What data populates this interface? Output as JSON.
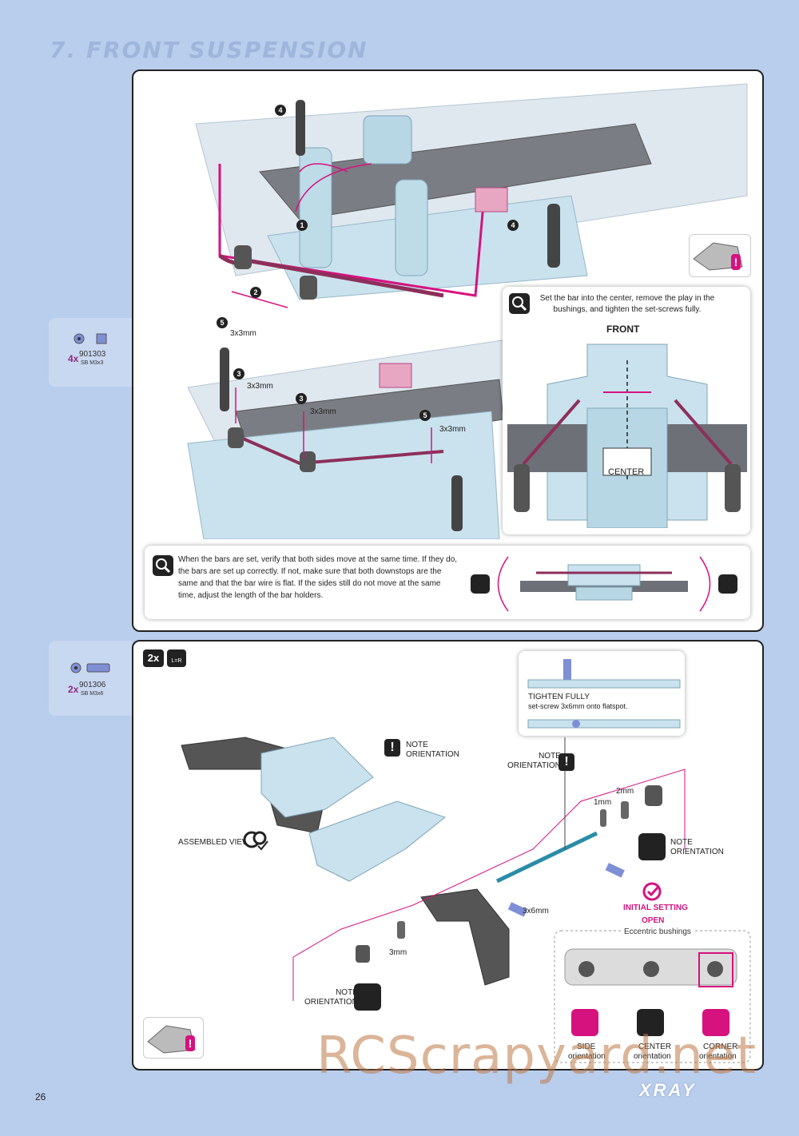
{
  "header": {
    "title": "7. FRONT SUSPENSION"
  },
  "tabs": [
    {
      "qty": "4x",
      "code": "901303",
      "desc": "SB M3x3"
    },
    {
      "qty": "2x",
      "code": "901306",
      "desc": "SB M3x6"
    }
  ],
  "top_panel": {
    "steps": [
      "4",
      "1",
      "2",
      "4",
      "5",
      "3",
      "3",
      "5"
    ],
    "screw_labels": [
      "3x3mm",
      "3x3mm",
      "3x3mm",
      "3x3mm"
    ],
    "center_box": {
      "text": "Set the bar into the center, remove the play in the bushings, and tighten the set-screws fully.",
      "front_label": "FRONT",
      "center_label": "CENTER"
    },
    "verify_box": {
      "text": "When the bars are set, verify that both sides move at the same time. If they do, the bars are set up correctly. If not, make sure that both downstops are the same and that the bar wire is flat. If the sides still do not move at the same time, adjust the length of the bar holders."
    }
  },
  "bottom_panel": {
    "qty_badge": "2x",
    "lr_badge": "L=R",
    "tighten": {
      "title": "TIGHTEN FULLY",
      "sub": "set-screw 3x6mm onto flatspot."
    },
    "note_orientation": "NOTE\nORIENTATION",
    "assembled_view": "ASSEMBLED VIEW",
    "spacers": [
      "1mm",
      "2mm",
      "3mm"
    ],
    "screw": "3x6mm",
    "initial_setting": "INITIAL SETTING",
    "open": "OPEN",
    "eccentric": "Eccentric bushings",
    "orientations": [
      {
        "name": "SIDE",
        "sub": "orientation"
      },
      {
        "name": "CENTER",
        "sub": "orientation"
      },
      {
        "name": "CORNER",
        "sub": "orientation"
      }
    ]
  },
  "footer": {
    "page": "26",
    "brand": "XRAY",
    "watermark": "RCScrapyard.net"
  },
  "colors": {
    "accent": "#d6127f",
    "panel_bg": "#b9cdec",
    "part": "#c9e2ee"
  }
}
